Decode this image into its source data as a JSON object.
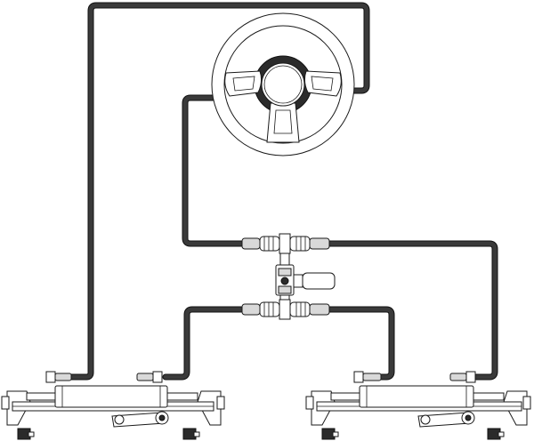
{
  "diagram": {
    "components": [
      {
        "id": "steering-helm",
        "kind": "steering wheel helm pump"
      },
      {
        "id": "hose-helm-port",
        "kind": "hydraulic hose"
      },
      {
        "id": "hose-helm-starboard",
        "kind": "hydraulic hose"
      },
      {
        "id": "tee-fitting-upper",
        "kind": "hose coupling tee"
      },
      {
        "id": "tee-fitting-lower",
        "kind": "hose coupling tee"
      },
      {
        "id": "bypass-valve",
        "kind": "isolation valve"
      },
      {
        "id": "cylinder-left",
        "kind": "hydraulic steering cylinder"
      },
      {
        "id": "cylinder-right",
        "kind": "hydraulic steering cylinder"
      }
    ],
    "colors": {
      "hose": "#3a3a3a",
      "outline": "#1a1a1a",
      "fill": "#ffffff",
      "accent": "#d9d9d9"
    }
  }
}
